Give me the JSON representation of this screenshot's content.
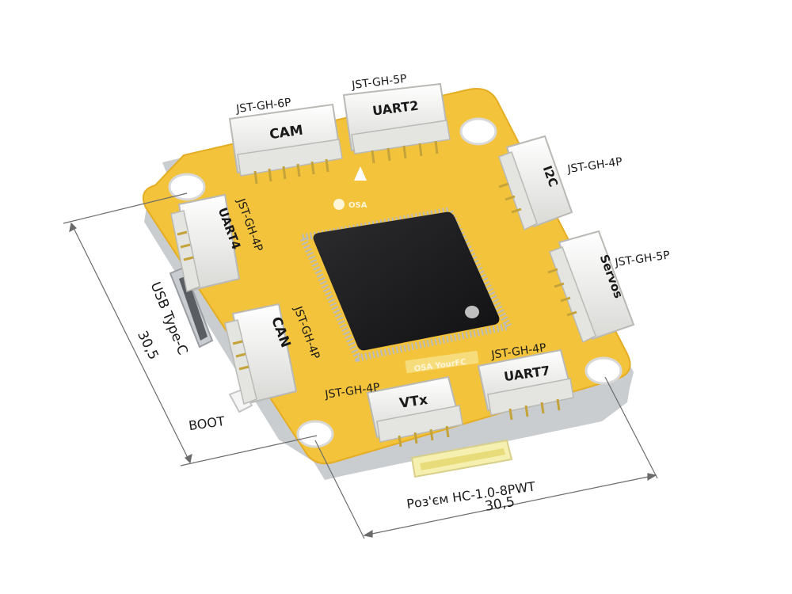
{
  "connectors": {
    "cam": {
      "label": "CAM",
      "type": "JST-GH-6P"
    },
    "uart2": {
      "label": "UART2",
      "type": "JST-GH-5P"
    },
    "i2c": {
      "label": "I2C",
      "type": "JST-GH-4P"
    },
    "servos": {
      "label": "Servos",
      "type": "JST-GH-5P"
    },
    "uart4": {
      "label": "UART4",
      "type": "JST-GH-4P"
    },
    "can": {
      "label": "CAN",
      "type": "JST-GH-4P"
    },
    "vtx": {
      "label": "VTx",
      "type": "JST-GH-4P"
    },
    "uart7": {
      "label": "UART7",
      "type": "JST-GH-4P"
    }
  },
  "labels": {
    "usb": "USB Type-C",
    "boot": "BOOT",
    "bottom_connector": "Роз'єм HC-1.0-8PWT",
    "logo": "OSA",
    "board_name": "OSA YourFC"
  },
  "dimensions": {
    "left": "30,5",
    "bottom": "30,5"
  },
  "colors": {
    "board": "#f3c33b",
    "chip": "#1d1d1f",
    "connector": "#f2f2f0"
  }
}
